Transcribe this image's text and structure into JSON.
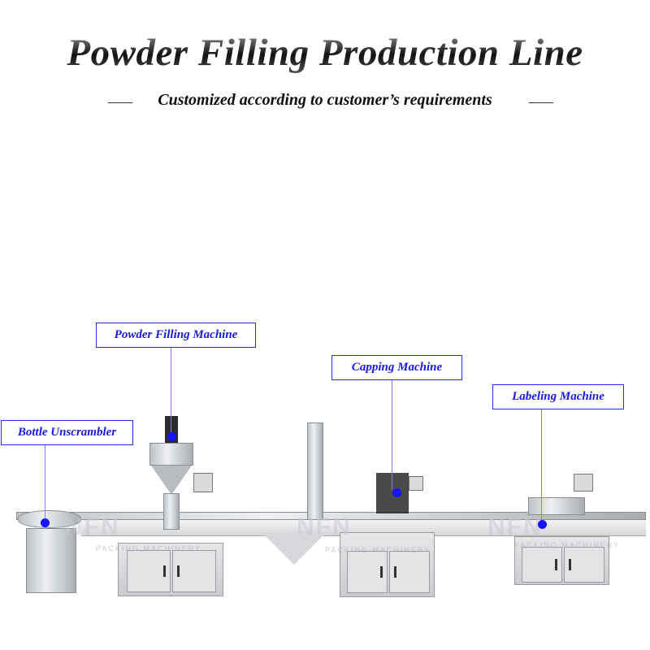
{
  "header": {
    "title": "Powder Filling Production Line",
    "subtitle": "Customized according to customer’s requirements"
  },
  "callouts": [
    {
      "label": "Bottle Unscrambler"
    },
    {
      "label": "Powder Filling Machine"
    },
    {
      "label": "Capping Machine"
    },
    {
      "label": "Labeling Machine"
    }
  ],
  "watermark": {
    "brand": "NFN",
    "tagline": "PACKING MACHINERY"
  },
  "colors": {
    "callout": "#1a1ae0",
    "dot": "#1515ff",
    "accent": "#f0902a"
  }
}
